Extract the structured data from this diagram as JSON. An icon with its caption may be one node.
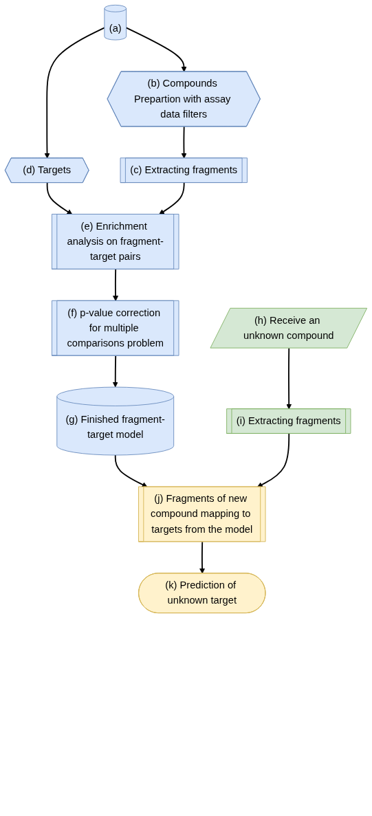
{
  "diagram": {
    "nodes": [
      {
        "text": [
          "(a)"
        ]
      },
      {
        "text": [
          "(b) Compounds Prepartion with assay data filters"
        ]
      },
      {
        "text": [
          "(d) Targets"
        ]
      },
      {
        "text": [
          "(c) Extracting fragments"
        ]
      },
      {
        "text": [
          "(e) Enrichment analysis on fragment-target pairs"
        ]
      },
      {
        "text": [
          "(h) Receive an unknown compound"
        ]
      },
      {
        "text": [
          "(f) p-value correction for multiple comparisons problem"
        ]
      },
      {
        "text": [
          "(i) Extracting fragments"
        ]
      },
      {
        "text": [
          "(g) Finished fragment-target model"
        ]
      },
      {
        "text": [
          "(j) Fragments of new compound mapping to targets from the model"
        ]
      },
      {
        "text": [
          "(k) Prediction of unknown target"
        ]
      }
    ],
    "edges": [
      {
        "from": 0,
        "to": 2,
        "arrow": "to"
      },
      {
        "from": 0,
        "to": 1,
        "arrow": "to"
      },
      {
        "from": 1,
        "to": 3,
        "arrow": "to"
      },
      {
        "from": 2,
        "to": 4,
        "arrow": "to"
      },
      {
        "from": 3,
        "to": 4,
        "arrow": "to"
      },
      {
        "from": 4,
        "to": 6,
        "arrow": "to"
      },
      {
        "from": 6,
        "to": 8,
        "arrow": "to"
      },
      {
        "from": 5,
        "to": 7,
        "arrow": "to"
      },
      {
        "from": 8,
        "to": 9,
        "arrow": "to"
      },
      {
        "from": 7,
        "to": 9,
        "arrow": "to"
      },
      {
        "from": 9,
        "to": 10,
        "arrow": "to"
      }
    ]
  }
}
